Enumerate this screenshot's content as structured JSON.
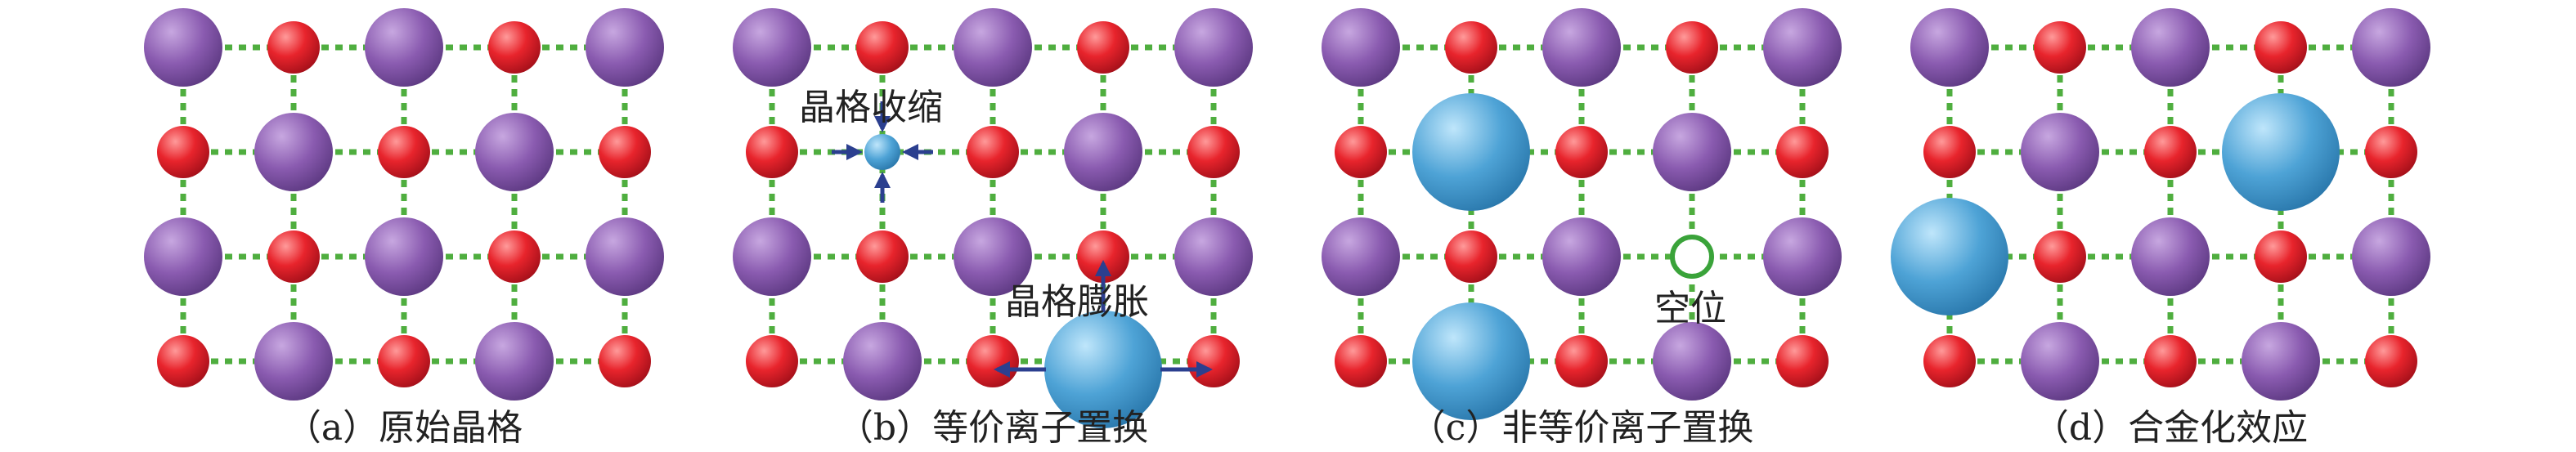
{
  "panels": [
    {
      "caption": "（a）原始晶格",
      "atoms": [
        [
          "P",
          "R",
          "P",
          "R",
          "P"
        ],
        [
          "R",
          "P",
          "R",
          "P",
          "R"
        ],
        [
          "P",
          "R",
          "P",
          "R",
          "P"
        ],
        [
          "R",
          "P",
          "R",
          "P",
          "R"
        ]
      ],
      "annotations": []
    },
    {
      "caption": "（b）等价离子置换",
      "atoms": [
        [
          "P",
          "R",
          "P",
          "R",
          "P"
        ],
        [
          "R",
          "b",
          "R",
          "P",
          "R"
        ],
        [
          "P",
          "R",
          "P",
          "R",
          "P"
        ],
        [
          "R",
          "P",
          "R",
          "B",
          "R"
        ]
      ],
      "annotations": [
        {
          "text": "晶格收缩",
          "kind": "shrink"
        },
        {
          "text": "晶格膨胀",
          "kind": "expand"
        }
      ]
    },
    {
      "caption": "（c）非等价离子置换",
      "atoms": [
        [
          "P",
          "R",
          "P",
          "R",
          "P"
        ],
        [
          "R",
          "B",
          "R",
          "P",
          "R"
        ],
        [
          "P",
          "R",
          "P",
          "V",
          "P"
        ],
        [
          "R",
          "B",
          "R",
          "P",
          "R"
        ]
      ],
      "annotations": [
        {
          "text": "空位",
          "kind": "vacancy"
        }
      ]
    },
    {
      "caption": "（d）合金化效应",
      "atoms": [
        [
          "P",
          "R",
          "P",
          "R",
          "P"
        ],
        [
          "R",
          "P",
          "R",
          "B",
          "R"
        ],
        [
          "B",
          "R",
          "P",
          "R",
          "P"
        ],
        [
          "R",
          "P",
          "R",
          "P",
          "R"
        ]
      ],
      "annotations": []
    }
  ],
  "colors": {
    "purple_atom": "#8a5bb0",
    "red_atom": "#e8242c",
    "blue_atom": "#4ea3d6",
    "bond": "#4fae3f",
    "arrow": "#2b3f8f",
    "vacancy_ring": "#3aa33a"
  }
}
